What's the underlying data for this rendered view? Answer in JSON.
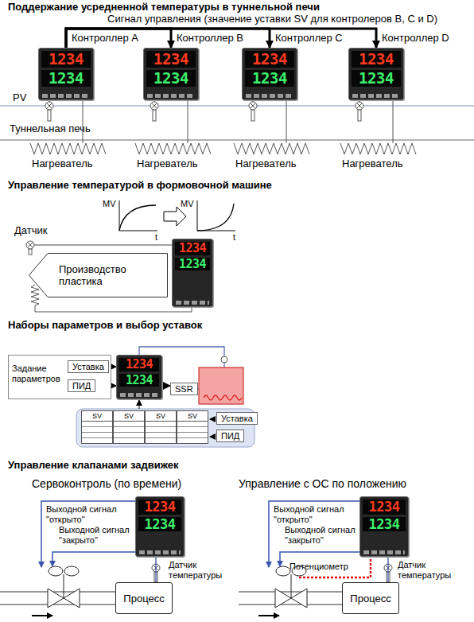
{
  "diagram": {
    "nodes": [
      {
        "text": [
          "1234",
          "1234"
        ]
      },
      {
        "text": [
          "1234",
          "1234"
        ]
      },
      {
        "text": [
          "1234",
          "1234"
        ]
      },
      {
        "text": [
          "1234",
          "1234"
        ]
      },
      {
        "text": [
          "Производство пластика"
        ]
      },
      {
        "text": [
          "1234",
          "1234"
        ]
      },
      {
        "text": [
          "Задание параметров"
        ]
      },
      {
        "text": [
          "Уставка"
        ],
        "in": 6
      },
      {
        "text": [
          "ПИД"
        ],
        "in": 6
      },
      {
        "text": [
          "1234",
          "1234"
        ]
      },
      {
        "text": [
          "SSR"
        ]
      },
      {
        "text": [
          "SV"
        ]
      },
      {
        "text": [
          "SV"
        ]
      },
      {
        "text": [
          "SV"
        ]
      },
      {
        "text": [
          "SV"
        ]
      },
      {
        "text": [
          "Уставка"
        ]
      },
      {
        "text": [
          "ПИД"
        ]
      },
      {
        "text": [
          "1234",
          "1234"
        ]
      },
      {
        "text": [
          "Процесс"
        ]
      },
      {
        "text": [
          "1234",
          "1234"
        ]
      },
      {
        "text": [
          "Процесс"
        ]
      }
    ],
    "edges": [
      {
        "from": 0,
        "to": 1,
        "arrow": "to"
      },
      {
        "from": 0,
        "to": 2,
        "arrow": "to"
      },
      {
        "from": 0,
        "to": 3,
        "arrow": "to"
      },
      {
        "from": 7,
        "to": 9,
        "arrow": "to"
      },
      {
        "from": 8,
        "to": 9,
        "arrow": "to"
      },
      {
        "from": 9,
        "to": 10,
        "arrow": "to"
      },
      {
        "from": 18,
        "to": 17,
        "arrow": "none"
      },
      {
        "from": 20,
        "to": 19,
        "arrow": "none"
      }
    ],
    "labels": [
      "Поддержание усредненной температуры в туннельной печи",
      "Сигнал управления (значение уставки SV для контролеров B, C и D)",
      "Контроллер A",
      "Контроллер B",
      "Контроллер C",
      "Контроллер D",
      "PV",
      "Туннельная печь",
      "Нагреватель",
      "Нагреватель",
      "Нагреватель",
      "Нагреватель",
      "Управление температурой в формовочной машине",
      "MV",
      "t",
      "MV",
      "t",
      "Датчик",
      "Наборы параметров и выбор уставок",
      "Управление клапанами задвижек",
      "Сервоконтроль (по времени)",
      "Управление с ОС по положению",
      "Выходной сигнал \"открыто\"",
      "Выходной сигнал \"закрыто\"",
      "Датчик температуры",
      "Выходной сигнал \"открыто\"",
      "Выходной сигнал \"закрыто\"",
      "Потенциометр",
      "Датчик температуры"
    ]
  }
}
